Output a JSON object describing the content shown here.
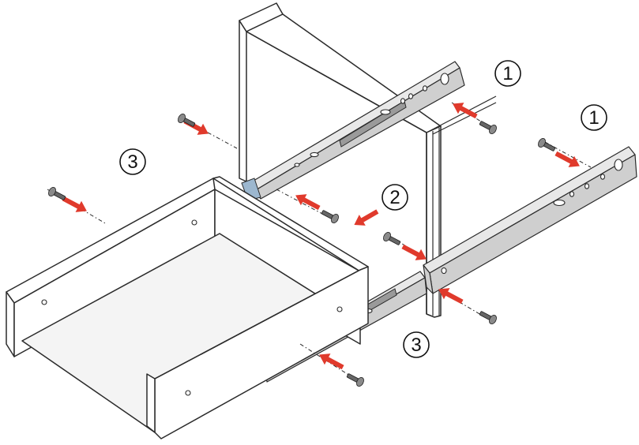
{
  "diagram": {
    "step_labels": {
      "step_1_cabinet": "1",
      "step_1_rail": "1",
      "step_2": "2",
      "step_3_left": "3",
      "step_3_drawer": "3"
    },
    "colors": {
      "arrow": "#e03a2c",
      "rail": "#cfcfcf",
      "outline": "#2b2b2b",
      "highlight": "#9cb7cf"
    },
    "icons": [
      "screw-icon",
      "arrow-icon"
    ]
  }
}
